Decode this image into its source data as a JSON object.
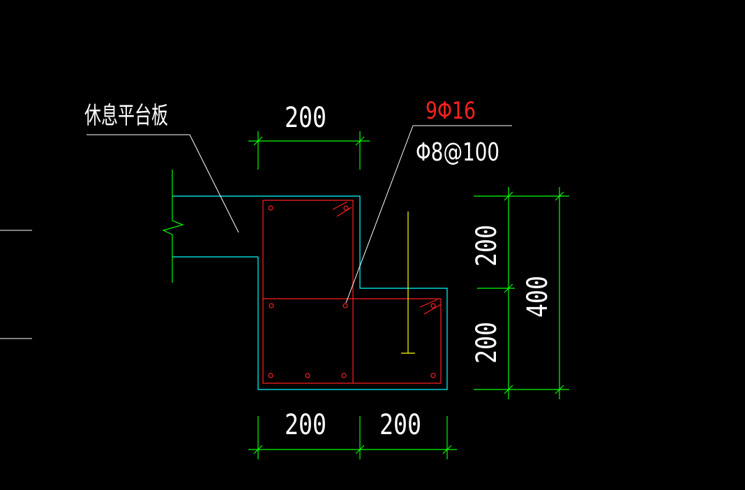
{
  "labels": {
    "slab": "休息平台板",
    "main_rebar": "9Φ16",
    "stirrup": "Φ8@100"
  },
  "dimensions": {
    "top_width": "200",
    "bottom_left": "200",
    "bottom_right": "200",
    "right_upper": "200",
    "right_lower": "200",
    "right_total": "400"
  },
  "colors": {
    "background": "#000000",
    "outline": "#00ffff",
    "rebar": "#ff2020",
    "dimension": "#00ff00",
    "leader": "#ffffff",
    "axis": "#ffff00"
  }
}
